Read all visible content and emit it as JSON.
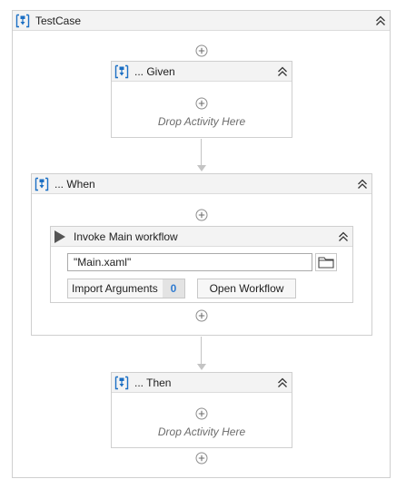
{
  "test_case": {
    "title": "TestCase"
  },
  "given": {
    "title": "... Given",
    "drop_hint": "Drop Activity Here"
  },
  "when": {
    "title": "... When"
  },
  "invoke": {
    "title": "Invoke Main workflow",
    "file_value": "\"Main.xaml\"",
    "import_label": "Import Arguments",
    "import_count": "0",
    "open_label": "Open Workflow"
  },
  "then": {
    "title": "... Then",
    "drop_hint": "Drop Activity Here"
  },
  "icons": {
    "sequence": "sequence-icon",
    "collapse": "chevron-double-up-icon",
    "add": "plus-circle-icon",
    "play": "play-icon",
    "folder": "folder-icon"
  },
  "colors": {
    "accent": "#1b6fc4",
    "count_bg": "#e3e3e3",
    "count_text": "#2f7bd1"
  }
}
